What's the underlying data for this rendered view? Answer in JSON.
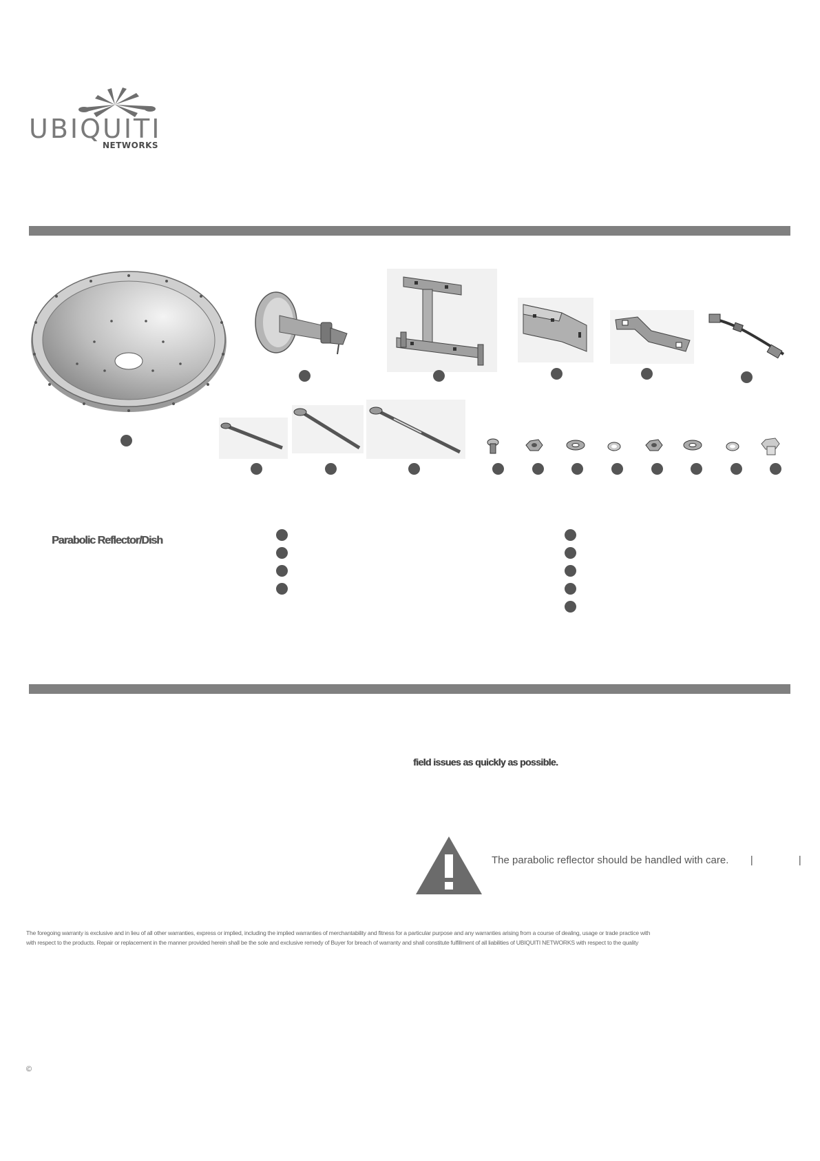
{
  "brand": {
    "logo_word": "UBIQUITI",
    "logo_sub": "NETWORKS"
  },
  "parts": {
    "dish_label": "Parabolic Reflector/Dish"
  },
  "support": {
    "field_issues_text": "field issues as quickly as possible."
  },
  "caution": {
    "text": "The parabolic reflector should be handled with care."
  },
  "warranty": {
    "line1": "The foregoing warranty is exclusive and in lieu of all other warranties, express or implied, including the implied warranties of merchantability and fitness for a particular purpose and any warranties arising from a course of dealing, usage or trade practice with",
    "line2": "with respect to the products. Repair or replacement in the manner provided herein shall be the sole and exclusive remedy of Buyer for breach of warranty and shall constitute fulfillment of all liabilities of UBIQUITI NETWORKS with respect to the quality"
  },
  "footer": {
    "copyright": "©"
  },
  "colors": {
    "bar": "#808080",
    "dot": "#555555",
    "caution_triangle": "#6b6b6b"
  }
}
